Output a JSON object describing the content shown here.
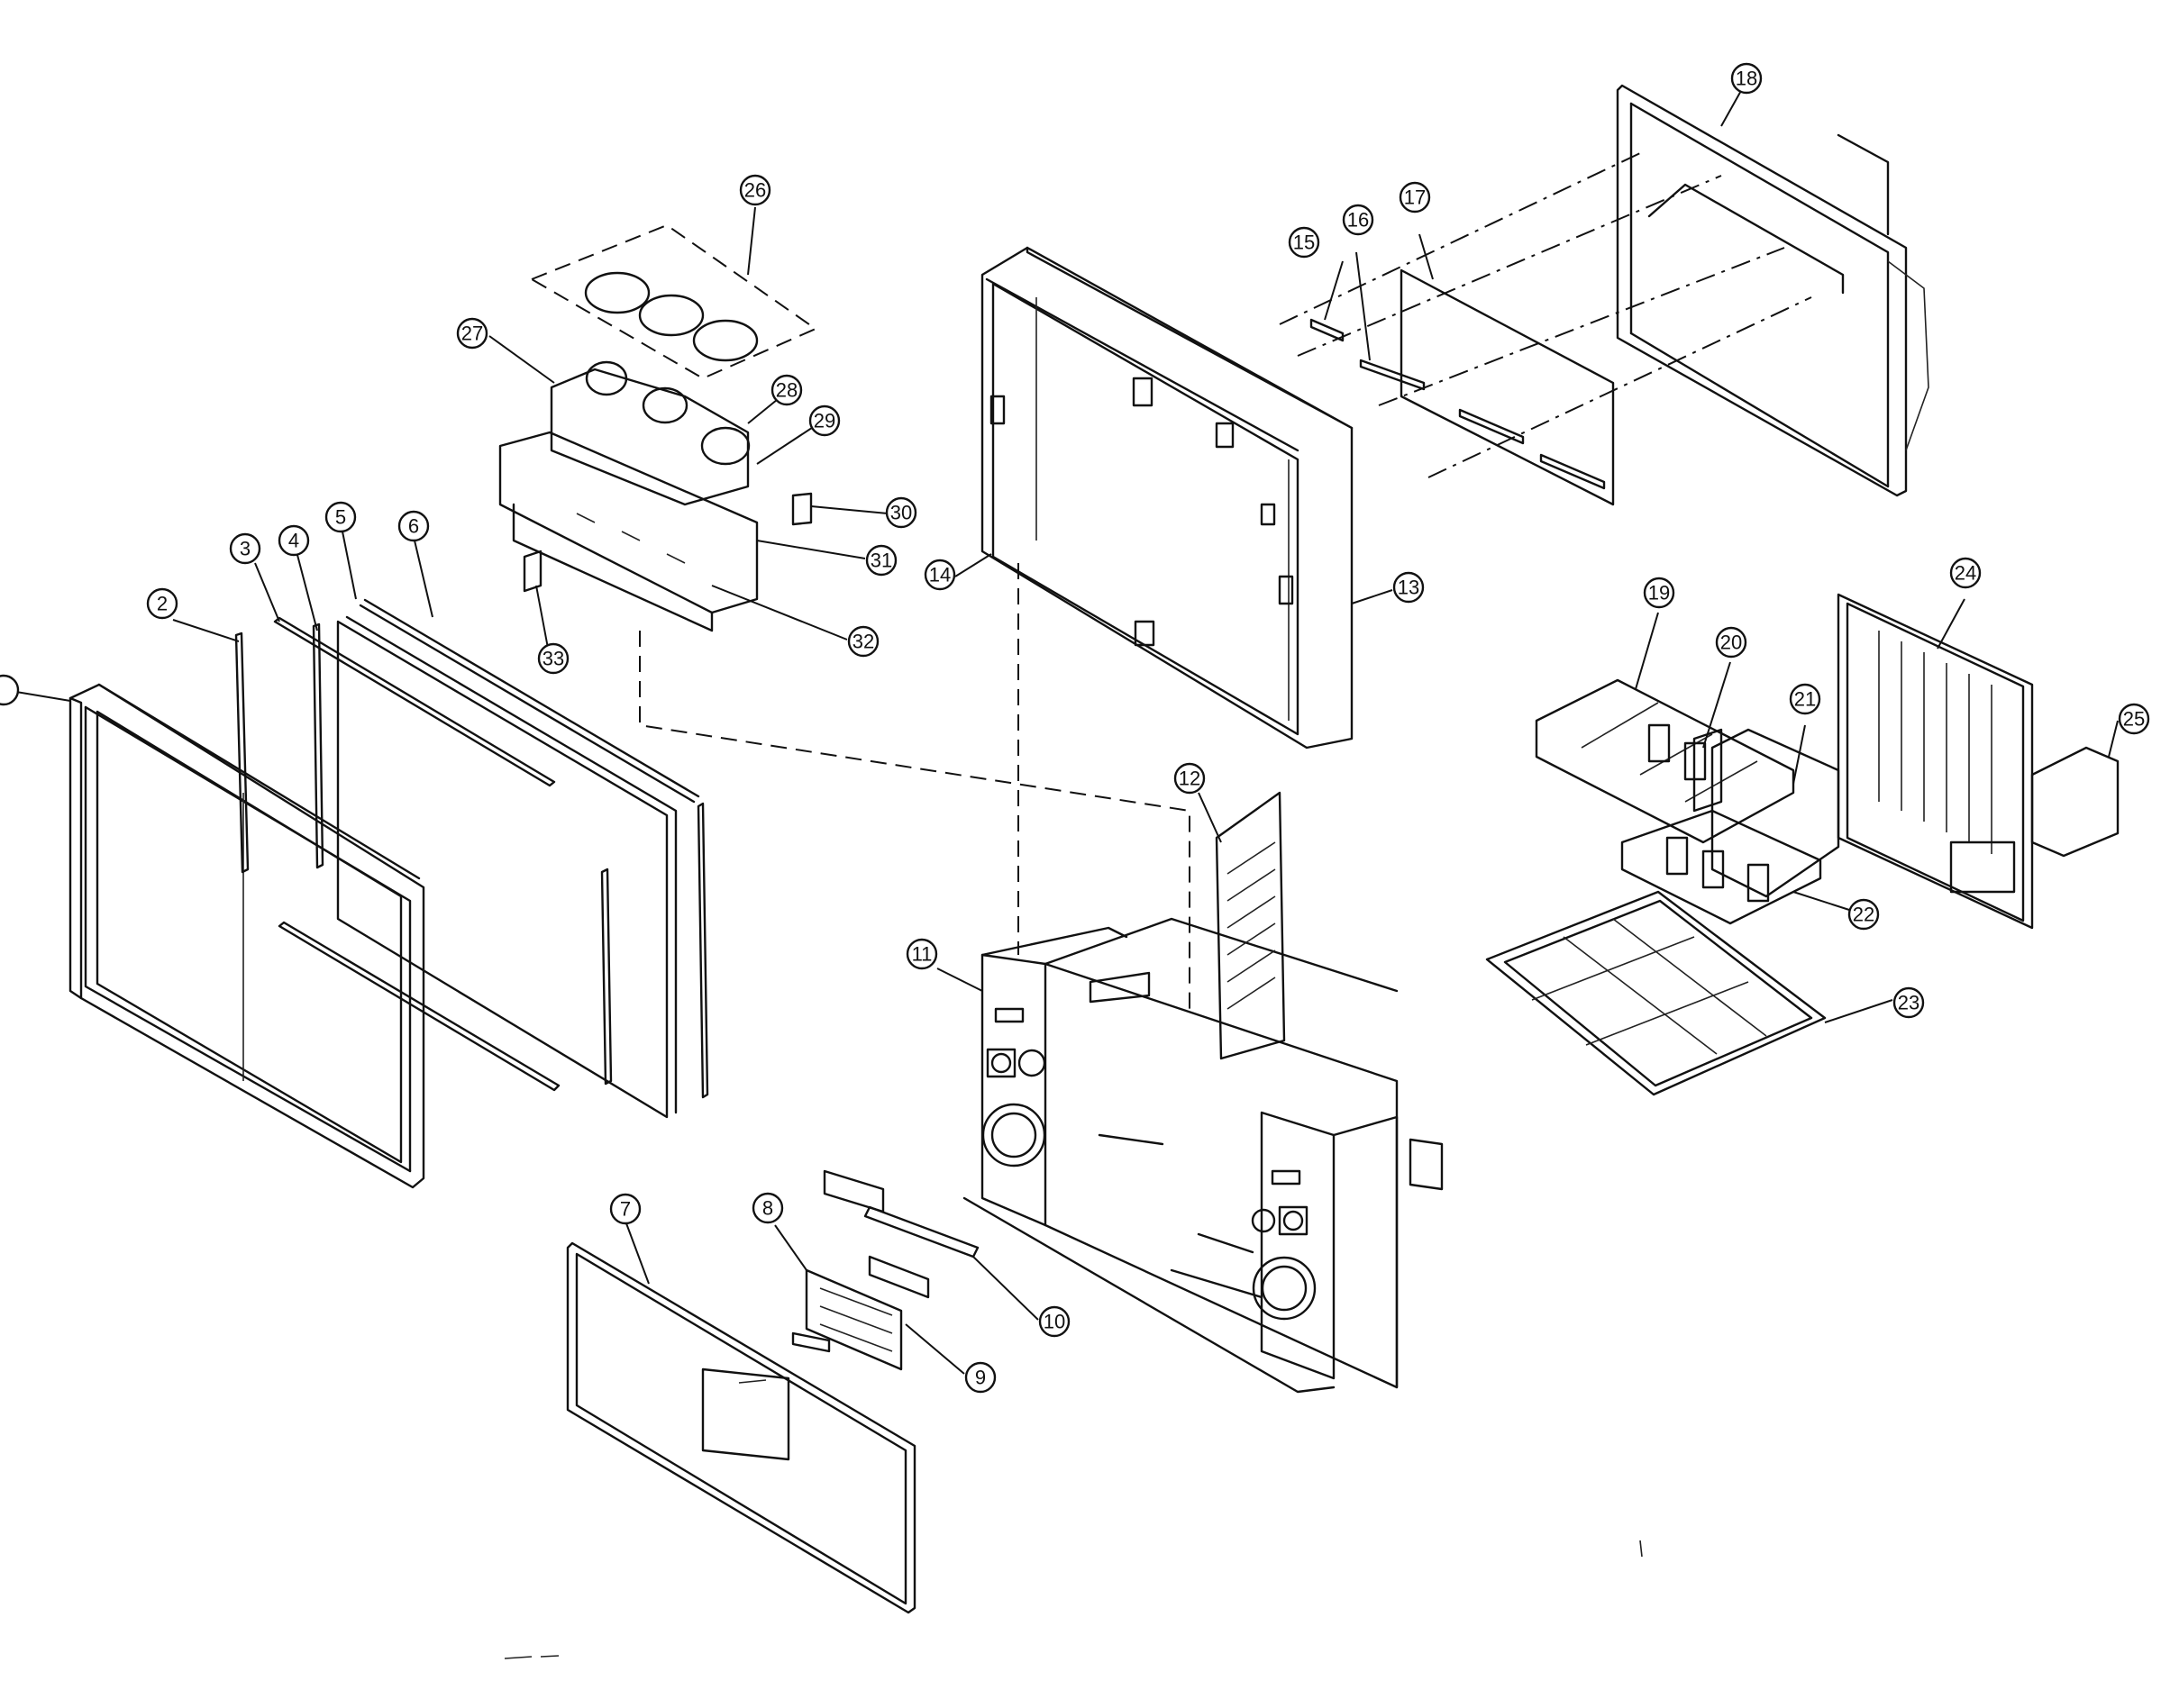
{
  "diagram": {
    "callouts": [
      {
        "id": "2"
      },
      {
        "id": "3"
      },
      {
        "id": "4"
      },
      {
        "id": "5"
      },
      {
        "id": "6"
      },
      {
        "id": "7"
      },
      {
        "id": "8"
      },
      {
        "id": "9"
      },
      {
        "id": "10"
      },
      {
        "id": "11"
      },
      {
        "id": "12"
      },
      {
        "id": "13"
      },
      {
        "id": "14"
      },
      {
        "id": "15"
      },
      {
        "id": "16"
      },
      {
        "id": "17"
      },
      {
        "id": "18"
      },
      {
        "id": "19"
      },
      {
        "id": "20"
      },
      {
        "id": "21"
      },
      {
        "id": "22"
      },
      {
        "id": "23"
      },
      {
        "id": "24"
      },
      {
        "id": "25"
      },
      {
        "id": "26"
      },
      {
        "id": "27"
      },
      {
        "id": "28"
      },
      {
        "id": "29"
      },
      {
        "id": "30"
      },
      {
        "id": "31"
      },
      {
        "id": "32"
      },
      {
        "id": "33"
      }
    ]
  }
}
